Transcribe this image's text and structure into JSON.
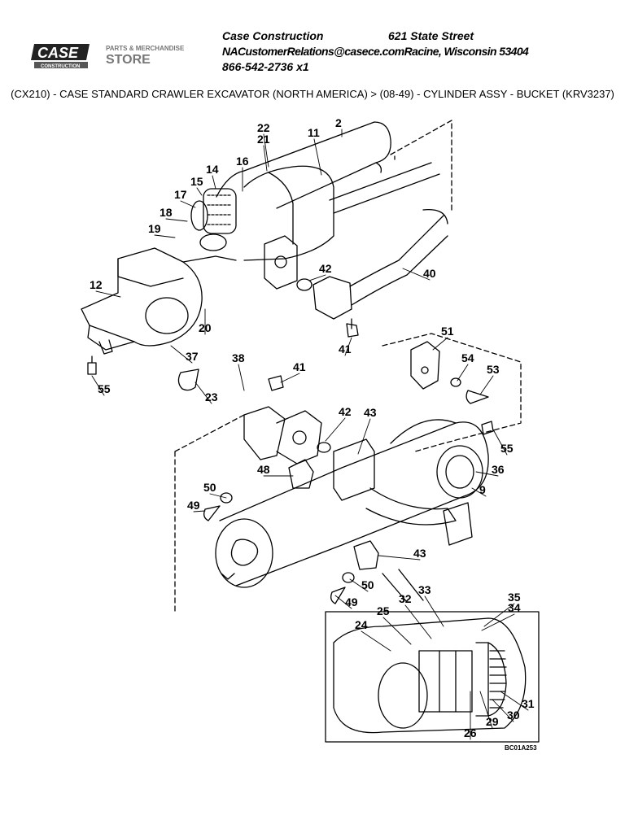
{
  "header": {
    "company": "Case Construction",
    "street": "621 State Street",
    "email_city": "NACustomerRelations@casece.comRacine, Wisconsin 53404",
    "phone": "866-542-2736 x1",
    "logo_text": "CASE",
    "logo_subtext": "CONSTRUCTION",
    "store_line1": "PARTS & MERCHANDISE",
    "store_line2": "STORE"
  },
  "breadcrumb": "(CX210) - CASE STANDARD CRAWLER EXCAVATOR (NORTH AMERICA) > (08-49) - CYLINDER ASSY - BUCKET (KRV3237)",
  "diagram": {
    "callouts": [
      "22",
      "21",
      "11",
      "2",
      "16",
      "14",
      "15",
      "17",
      "18",
      "19",
      "42",
      "40",
      "12",
      "20",
      "37",
      "41",
      "51",
      "54",
      "53",
      "38",
      "41",
      "55",
      "23",
      "42",
      "43",
      "55",
      "36",
      "9",
      "48",
      "50",
      "49",
      "43",
      "50",
      "49",
      "33",
      "35",
      "34",
      "32",
      "25",
      "24",
      "31",
      "30",
      "29",
      "26"
    ],
    "figure_code": "BC01A253"
  }
}
